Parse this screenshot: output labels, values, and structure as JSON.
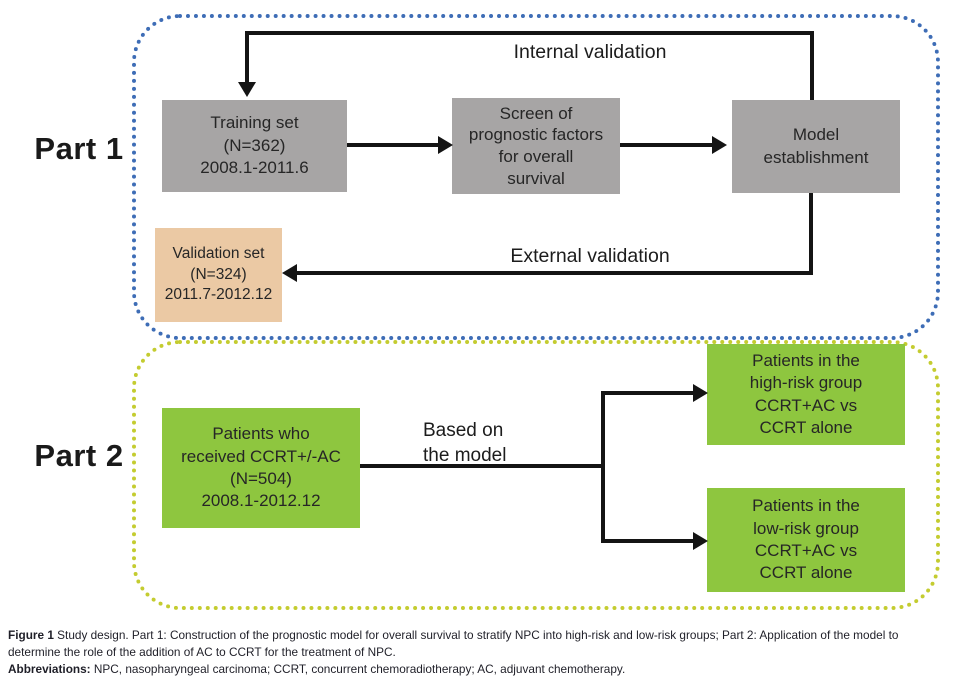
{
  "colors": {
    "part1_border_blue": "#3e6db6",
    "part2_border_yellow": "#c4cc30",
    "gray_box": "#a7a5a5",
    "tan_box": "#ebc9a4",
    "green_box": "#8ec63f",
    "arrow_line": "#141414"
  },
  "part1": {
    "label": "Part 1",
    "internal_validation_label": "Internal validation",
    "external_validation_label": "External validation",
    "boxes": {
      "training": {
        "lines": [
          "Training set",
          "(N=362)",
          "2008.1-2011.6"
        ]
      },
      "screen": {
        "lines": [
          "Screen of",
          "prognostic factors",
          "for overall",
          "survival"
        ]
      },
      "model": {
        "lines": [
          "Model",
          "establishment"
        ]
      },
      "validation": {
        "lines": [
          "Validation set",
          "(N=324)",
          "2011.7-2012.12"
        ]
      }
    }
  },
  "part2": {
    "label": "Part 2",
    "based_on": {
      "lines": [
        "Based on",
        "the model"
      ]
    },
    "boxes": {
      "patients": {
        "lines": [
          "Patients who",
          "received CCRT+/-AC",
          "(N=504)",
          "2008.1-2012.12"
        ]
      },
      "high_risk": {
        "lines": [
          "Patients in the",
          "high-risk group",
          "CCRT+AC vs",
          "CCRT alone"
        ]
      },
      "low_risk": {
        "lines": [
          "Patients in the",
          "low-risk group",
          "CCRT+AC vs",
          "CCRT alone"
        ]
      }
    }
  },
  "caption": {
    "figure_label": "Figure 1",
    "body": "Study design. Part 1: Construction of the prognostic model for overall survival to stratify NPC into high-risk and low-risk groups; Part 2: Application of the model to determine the role of the addition of AC to CCRT for the treatment of NPC.",
    "abbr_label": "Abbreviations:",
    "abbr_body": "NPC, nasopharyngeal carcinoma; CCRT, concurrent chemoradiotherapy; AC, adjuvant chemotherapy."
  }
}
